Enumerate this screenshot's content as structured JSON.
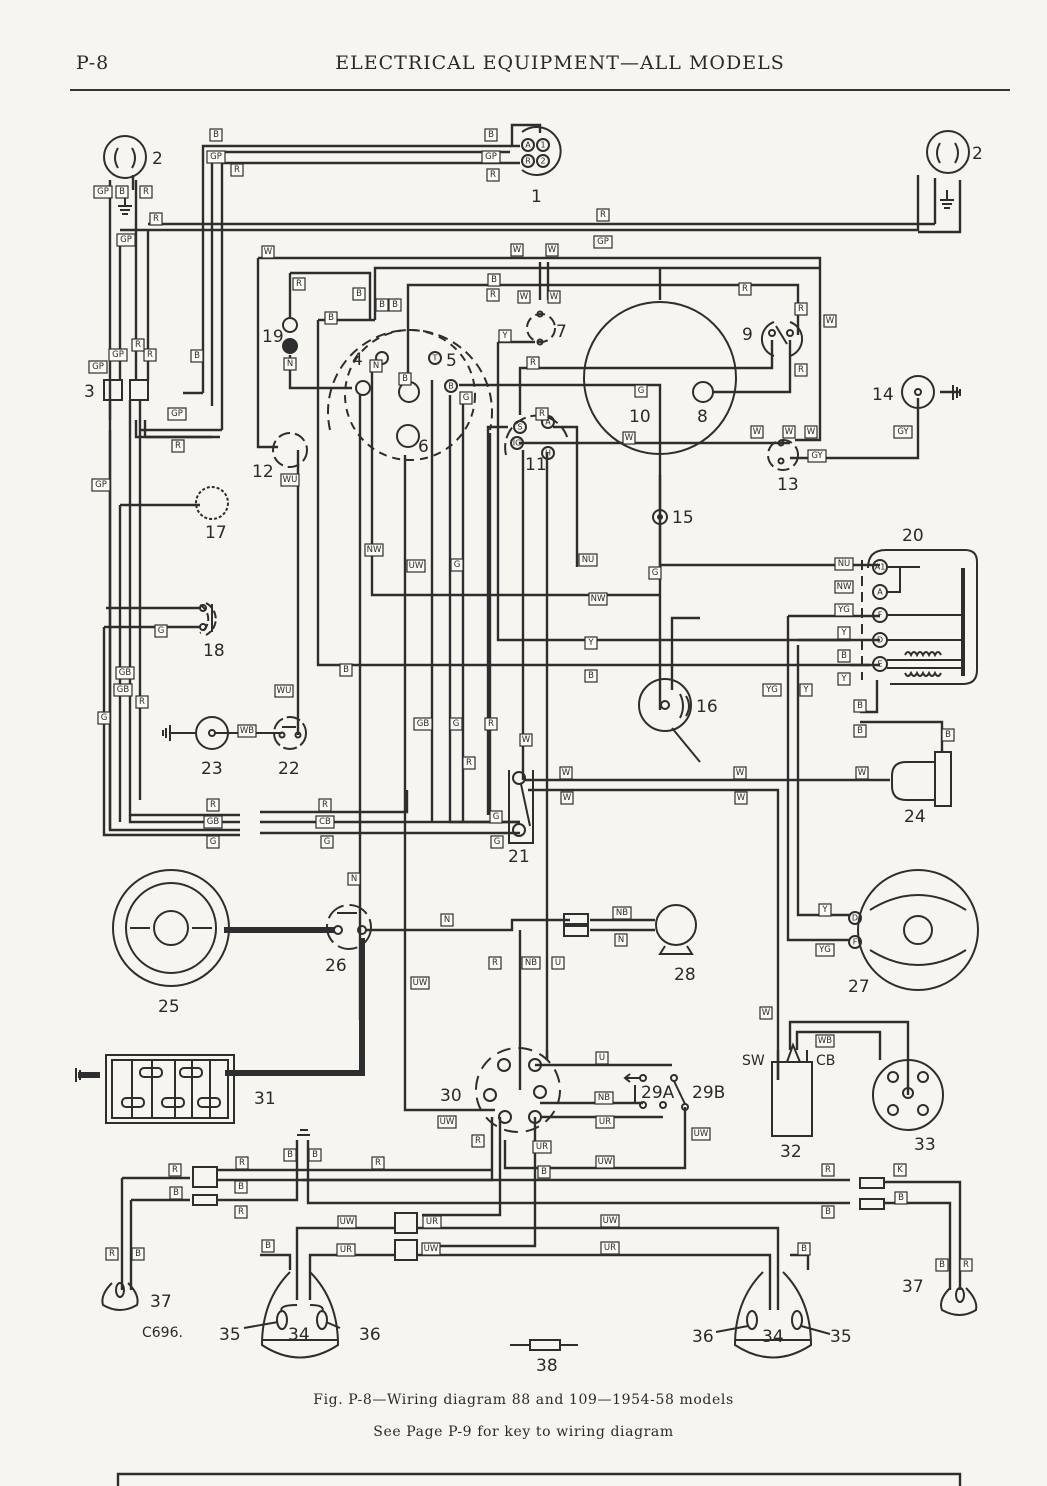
{
  "header": {
    "page_number": "P-8",
    "title": "ELECTRICAL EQUIPMENT—ALL MODELS"
  },
  "caption": {
    "figure": "Fig. P-8—Wiring diagram 88 and 109—1954-58 models",
    "note": "See Page P-9 for key to wiring diagram"
  },
  "drawing_ref": "C696.",
  "components": [
    {
      "id": "1"
    },
    {
      "id": "2"
    },
    {
      "id": "3"
    },
    {
      "id": "4"
    },
    {
      "id": "5"
    },
    {
      "id": "6"
    },
    {
      "id": "7"
    },
    {
      "id": "8"
    },
    {
      "id": "9"
    },
    {
      "id": "10"
    },
    {
      "id": "11"
    },
    {
      "id": "12"
    },
    {
      "id": "13"
    },
    {
      "id": "14"
    },
    {
      "id": "15"
    },
    {
      "id": "16"
    },
    {
      "id": "17"
    },
    {
      "id": "18"
    },
    {
      "id": "19"
    },
    {
      "id": "20"
    },
    {
      "id": "21"
    },
    {
      "id": "22"
    },
    {
      "id": "23"
    },
    {
      "id": "24"
    },
    {
      "id": "25"
    },
    {
      "id": "26"
    },
    {
      "id": "27"
    },
    {
      "id": "28"
    },
    {
      "id": "29A"
    },
    {
      "id": "29B"
    },
    {
      "id": "30"
    },
    {
      "id": "31"
    },
    {
      "id": "32"
    },
    {
      "id": "33"
    },
    {
      "id": "34"
    },
    {
      "id": "35"
    },
    {
      "id": "36"
    },
    {
      "id": "37"
    },
    {
      "id": "38"
    }
  ],
  "terminal_labels": {
    "coil_sw": "SW",
    "coil_cb": "CB",
    "reg_a1": "A1",
    "reg_a": "A",
    "reg_f": "F",
    "reg_d": "D",
    "reg_e": "E",
    "dyn_d": "D",
    "dyn_f": "F",
    "sw1_a": "A",
    "sw1_r": "R",
    "sw1_1": "1",
    "sw1_2": "2",
    "sw11_s": "S",
    "sw11_a": "A",
    "sw11_ig": "IG",
    "sw11_h": "H",
    "sw5_t": "T",
    "sw5_b": "B"
  },
  "wire_colors": [
    "B",
    "GP",
    "R",
    "B",
    "GP",
    "R",
    "GP",
    "B",
    "R",
    "R",
    "GP",
    "R",
    "GP",
    "GP",
    "GP",
    "R",
    "R",
    "B",
    "GP",
    "R",
    "W",
    "W",
    "W",
    "B",
    "R",
    "B",
    "B",
    "B",
    "B",
    "R",
    "W",
    "W",
    "Y",
    "R",
    "R",
    "R",
    "R",
    "W",
    "W",
    "N",
    "N",
    "B",
    "G",
    "W",
    "W",
    "W",
    "GY",
    "GY",
    "WU",
    "R",
    "G",
    "NW",
    "UW",
    "G",
    "NU",
    "G",
    "NU",
    "NW",
    "NW",
    "YG",
    "Y",
    "Y",
    "B",
    "B",
    "Y",
    "B",
    "GB",
    "GP",
    "G",
    "GB",
    "R",
    "G",
    "WU",
    "WB",
    "YG",
    "Y",
    "B",
    "B",
    "B",
    "GB",
    "G",
    "R",
    "W",
    "R",
    "W",
    "W",
    "W",
    "W",
    "W",
    "R",
    "GB",
    "G",
    "R",
    "CB",
    "G",
    "G",
    "G",
    "N",
    "N",
    "NB",
    "N",
    "R",
    "NB",
    "U",
    "UW",
    "W",
    "Y",
    "YG",
    "WB",
    "U",
    "NB",
    "UR",
    "UW",
    "UW",
    "R",
    "UR",
    "UW",
    "B",
    "B",
    "R",
    "R",
    "R",
    "R",
    "B",
    "B",
    "B",
    "R",
    "K",
    "B",
    "B",
    "UW",
    "UW",
    "UR",
    "UR",
    "UW",
    "UR",
    "B",
    "B",
    "R",
    "B",
    "B",
    "R"
  ]
}
